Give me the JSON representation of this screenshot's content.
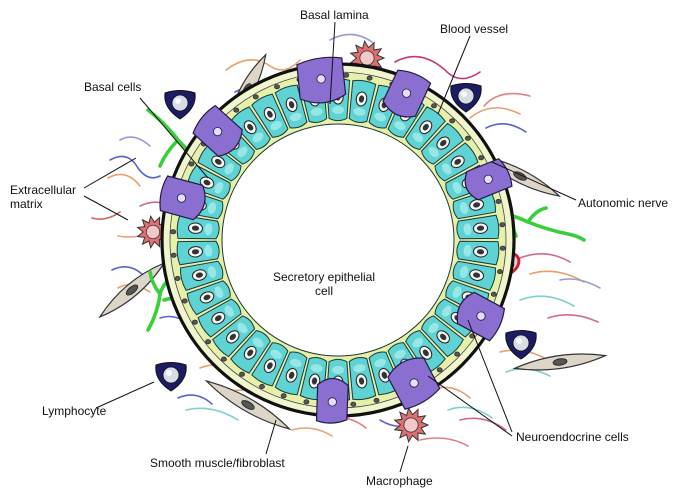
{
  "labels": {
    "basal_lamina": "Basal lamina",
    "blood_vessel": "Blood vessel",
    "basal_cells": "Basal cells",
    "extracellular_matrix_line1": "Extracellular",
    "extracellular_matrix_line2": "matrix",
    "autonomic_nerve": "Autonomic nerve",
    "secretory_line1": "Secretory epithelial",
    "secretory_line2": "cell",
    "lymphocyte": "Lymphocyte",
    "smooth_muscle": "Smooth muscle/fibroblast",
    "neuroendocrine": "Neuroendocrine cells",
    "macrophage": "Macrophage"
  },
  "colors": {
    "epithelial_cell": "#5fd3d3",
    "epithelial_light": "#aef0ee",
    "basal_layer": "#e6f0a8",
    "neuroendocrine": "#8a6fd0",
    "nerve": "#38d038",
    "fibroblast": "#ddd6c8",
    "vessel": "#cc2233",
    "macrophage": "#d04040",
    "lymphocyte": "#1c1c66"
  }
}
